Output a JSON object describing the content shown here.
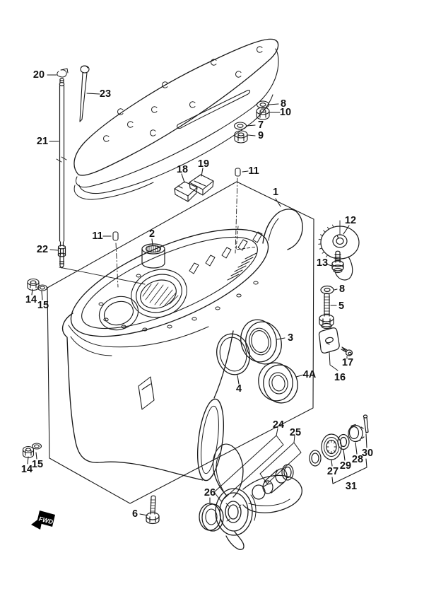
{
  "figure": {
    "type": "exploded-parts-diagram",
    "subject": "outboard motor gear case and propeller assembly"
  },
  "colors": {
    "line": "#1a1a1a",
    "background": "#ffffff",
    "arrow_fill": "#000000",
    "arrow_text": "#ffffff"
  },
  "fwd": {
    "label": "FWD"
  },
  "callouts": {
    "c1": "1",
    "c2": "2",
    "c3": "3",
    "c4": "4",
    "c4a": "4A",
    "c5": "5",
    "c6": "6",
    "c7": "7",
    "c8": "8",
    "c9": "9",
    "c10": "10",
    "c11": "11",
    "c12": "12",
    "c13": "13",
    "c14": "14",
    "c15": "15",
    "c16": "16",
    "c17": "17",
    "c18": "18",
    "c19": "19",
    "c20": "20",
    "c21": "21",
    "c22": "22",
    "c23": "23",
    "c24": "24",
    "c25": "25",
    "c26": "26",
    "c27": "27",
    "c28": "28",
    "c29": "29",
    "c30": "30",
    "c31": "31"
  }
}
